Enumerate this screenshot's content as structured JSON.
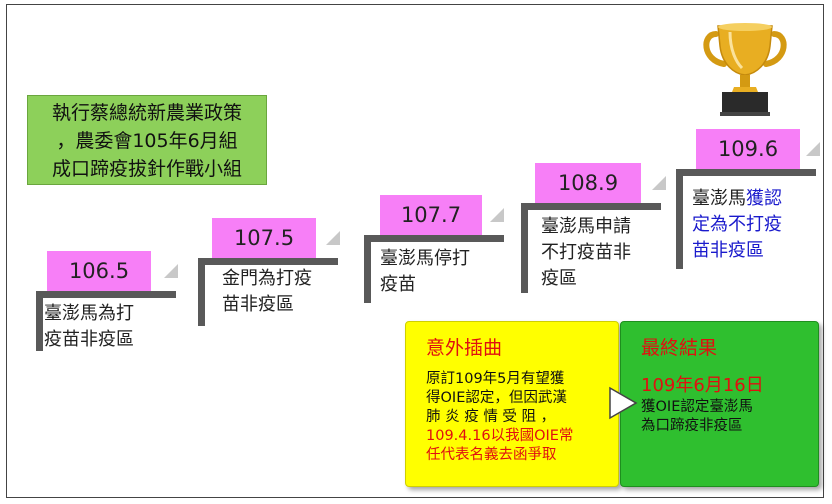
{
  "policy": {
    "lines": [
      "執行蔡總統新農業政策",
      "，農委會105年6月組",
      "成口蹄疫拔針作戰小組"
    ]
  },
  "steps": [
    {
      "date": "106.5",
      "lines": [
        "臺澎馬為打",
        "疫苗非疫區"
      ]
    },
    {
      "date": "107.5",
      "lines": [
        "金門為打疫",
        "苗非疫區"
      ]
    },
    {
      "date": "107.7",
      "lines": [
        "臺澎馬停打",
        "疫苗"
      ]
    },
    {
      "date": "108.9",
      "lines": [
        "臺澎馬申請",
        "不打疫苗非",
        "疫區"
      ]
    },
    {
      "date": "109.6",
      "line1_black": "臺澎馬",
      "line1_blue": "獲認",
      "line2": "定為不打疫",
      "line3": "苗非疫區"
    }
  ],
  "episode": {
    "title": "意外插曲",
    "body_lines": [
      "原訂109年5月有望獲",
      "得OIE認定，但因武漢",
      "肺 炎 疫 情 受 阻 ，"
    ],
    "red_lines": [
      "109.4.16以我國OIE常",
      "任代表名義去函爭取"
    ]
  },
  "result": {
    "title": "最終結果",
    "date_line": "109年6月16日",
    "body_lines": [
      "獲OIE認定臺澎馬",
      "為口蹄疫非疫區"
    ]
  },
  "colors": {
    "date_box": "#f77ff7",
    "policy_box": "#8dd05a",
    "blue_text": "#1a1acc",
    "red_text": "#e01010",
    "yellow_box": "#ffff00",
    "green_box": "#2fbf2f",
    "trophy": "#e0a818"
  },
  "icons": [
    "trophy-icon",
    "arrow-right-icon"
  ]
}
